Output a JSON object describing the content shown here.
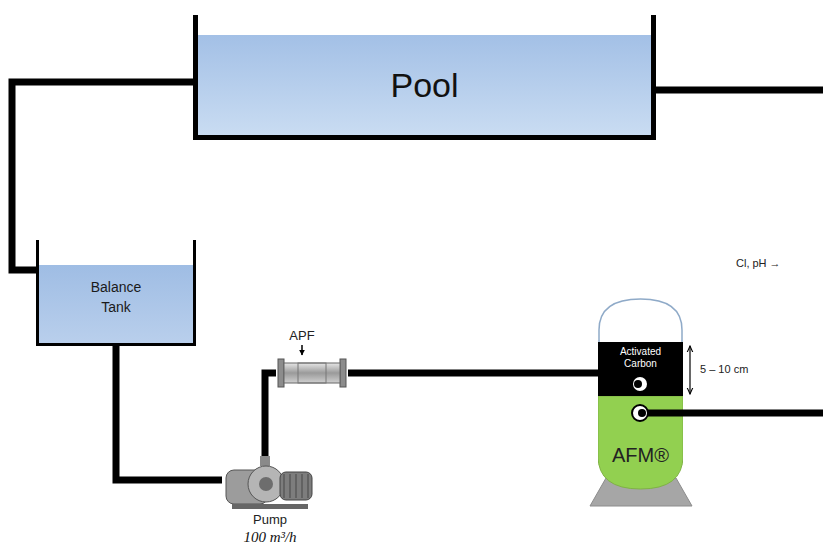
{
  "diagram": {
    "nodes": [
      {
        "text": [
          "Pool"
        ]
      },
      {
        "text": [
          "Balance Tank"
        ]
      },
      {
        "text": [
          "Pump",
          "100 m³/h"
        ]
      },
      {
        "text": [
          "APF"
        ]
      },
      {
        "text": [
          "AFM®"
        ]
      },
      {
        "text": [
          "Activated Carbon"
        ],
        "in": 4
      }
    ],
    "edges": [
      {
        "from": 0,
        "to": 1,
        "arrow": "none"
      },
      {
        "from": 1,
        "to": 2,
        "arrow": "none"
      },
      {
        "from": 2,
        "to": 3,
        "arrow": "none"
      },
      {
        "from": 3,
        "to": 5,
        "arrow": "none"
      }
    ],
    "labels": [
      "Cl, pH →",
      "5 – 10 cm"
    ]
  }
}
